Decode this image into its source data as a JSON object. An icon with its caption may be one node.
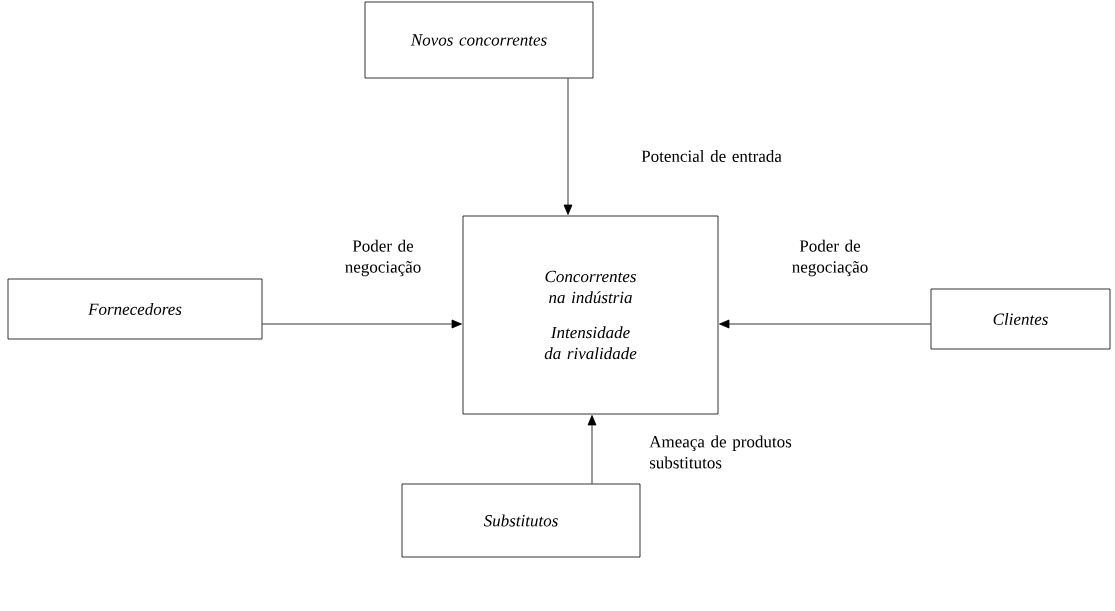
{
  "diagram": {
    "nodes": [
      {
        "text": [
          "Novos concorrentes"
        ]
      },
      {
        "text": [
          "Concorrentes na indústria",
          "Intensidade da rivalidade"
        ]
      },
      {
        "text": [
          "Fornecedores"
        ]
      },
      {
        "text": [
          "Clientes"
        ]
      },
      {
        "text": [
          "Substitutos"
        ]
      }
    ],
    "edges": [
      {
        "from": 0,
        "to": 1,
        "arrow": "to",
        "label": "Potencial de entrada"
      },
      {
        "from": 2,
        "to": 1,
        "arrow": "to",
        "label": "Poder de negociação"
      },
      {
        "from": 3,
        "to": 1,
        "arrow": "to",
        "label": "Poder de negociação"
      },
      {
        "from": 4,
        "to": 1,
        "arrow": "to",
        "label": "Ameaça de produtos substitutos"
      }
    ]
  }
}
